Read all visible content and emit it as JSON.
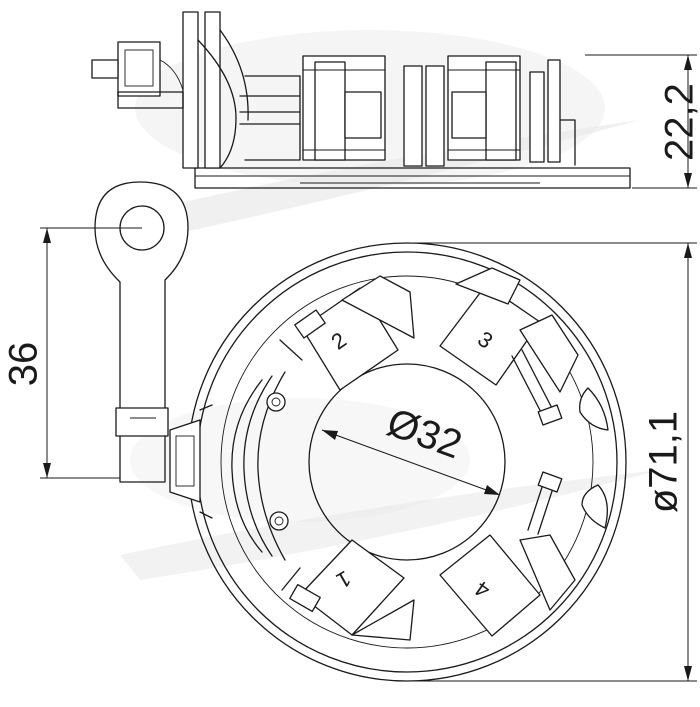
{
  "dimensions": {
    "height": "22,2",
    "terminal": "36",
    "inner_diameter": "Ø32",
    "outer_diameter": "ø71,1"
  },
  "brush_labels": [
    "2",
    "3",
    "1",
    "4"
  ]
}
